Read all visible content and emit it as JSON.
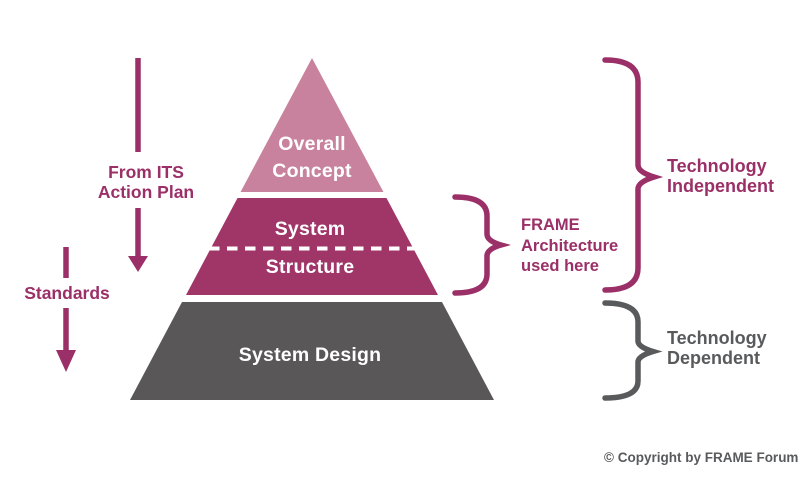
{
  "colors": {
    "background": "#ffffff",
    "pink_level": "#c8829e",
    "magenta_level": "#a03568",
    "gray_level": "#5a5758",
    "accent_magenta": "#9a3067",
    "accent_gray": "#595a5c",
    "divider_white": "#ffffff",
    "label_white": "#ffffff"
  },
  "pyramid": {
    "levels": [
      {
        "name": "Overall Concept",
        "lines": [
          "Overall",
          "Concept"
        ]
      },
      {
        "name": "System Structure",
        "top_line": "System",
        "bottom_line": "Structure"
      },
      {
        "name": "System Design",
        "label": "System Design"
      }
    ]
  },
  "left_annotations": {
    "its_action_plan": {
      "lines": [
        "From ITS",
        "Action Plan"
      ]
    },
    "standards": {
      "label": "Standards"
    }
  },
  "right_annotations": {
    "frame_note": {
      "lines": [
        "FRAME",
        "Architecture",
        "used here"
      ]
    },
    "technology_independent": {
      "lines": [
        "Technology",
        "Independent"
      ]
    },
    "technology_dependent": {
      "lines": [
        "Technology",
        "Dependent"
      ]
    }
  },
  "footer": {
    "copyright": "© Copyright by FRAME Forum"
  }
}
